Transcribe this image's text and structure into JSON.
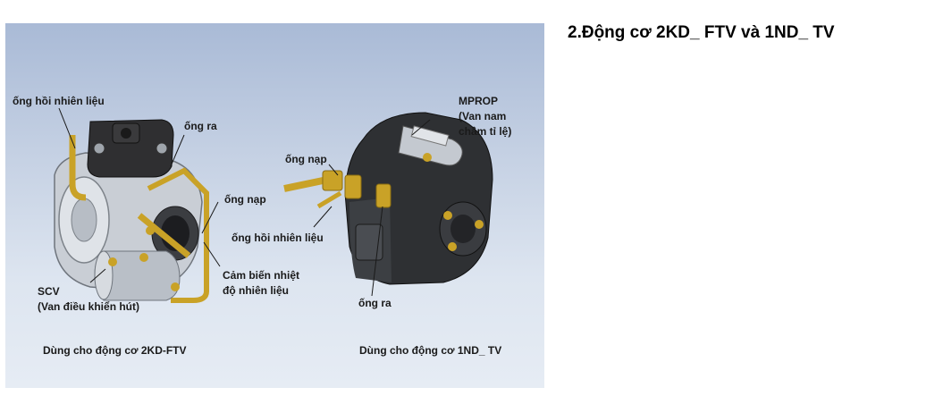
{
  "heading": "2.Động cơ 2KD_ FTV và 1ND_ TV",
  "left_pump": {
    "labels": {
      "return_pipe": "ống hồi nhiên liệu",
      "outlet": "ống ra",
      "inlet": "ống nạp",
      "temp_sensor_line1": "Cảm biến nhiệt",
      "temp_sensor_line2": "độ nhiên liệu",
      "scv_line1": "SCV",
      "scv_line2": "(Van điều khiển hút)"
    },
    "caption": "Dùng cho động cơ 2KD-FTV"
  },
  "right_pump": {
    "labels": {
      "mprop_line1": "MPROP",
      "mprop_line2": "(Van nam",
      "mprop_line3": "châm tỉ lệ)",
      "inlet": "ống nạp",
      "return_pipe": "ống hồi nhiên liệu",
      "outlet": "ống ra"
    },
    "caption": "Dùng cho động cơ 1ND_ TV"
  },
  "colors": {
    "background_top": "#a9bad6",
    "background_bottom": "#e6ecf4",
    "brass": "#c9a227",
    "pump_body": "#cfd4da",
    "pump_dark": "#2b2b2b"
  }
}
